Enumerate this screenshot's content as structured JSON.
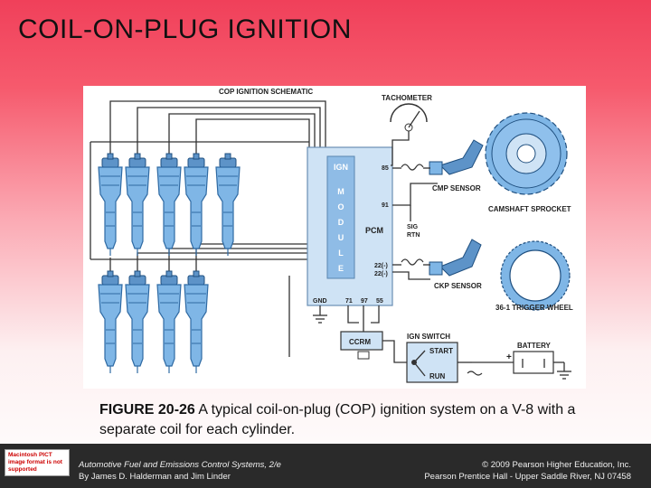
{
  "slide": {
    "title": "COIL-ON-PLUG IGNITION"
  },
  "schematic": {
    "heading": "COP IGNITION SCHEMATIC",
    "tachometer": "TACHOMETER",
    "module_letters": [
      "IGN",
      "M",
      "O",
      "D",
      "U",
      "L",
      "E"
    ],
    "pcm": "PCM",
    "cmp_sensor": "CMP SENSOR",
    "camshaft_sprocket": "CAMSHAFT SPROCKET",
    "sig_rtn_1": "SIG",
    "sig_rtn_2": "RTN",
    "ckp_sensor": "CKP SENSOR",
    "trigger_wheel": "36-1 TRIGGER WHEEL",
    "ign_switch": "IGN SWITCH",
    "start": "START",
    "run": "RUN",
    "battery": "BATTERY",
    "ccrm": "CCRM",
    "gnd": "GND",
    "pins": {
      "p85": "85",
      "p91": "91",
      "p22a": "22(-)",
      "p22b": "22(-)",
      "p71": "71",
      "p97": "97",
      "p55": "55"
    }
  },
  "caption": {
    "figure_number": "FIGURE 20-26",
    "text": " A typical coil-on-plug (COP) ignition system on a V-8 with a separate coil for each cylinder."
  },
  "footer": {
    "logo_text": "Macintosh PICT image format is not supported",
    "book_title": "Automotive Fuel and Emissions Control Systems, 2/e",
    "authors": "By James D. Halderman and Jim Linder",
    "copyright": "© 2009 Pearson Higher Education, Inc.",
    "publisher": "Pearson Prentice Hall - Upper Saddle River, NJ 07458"
  },
  "colors": {
    "coil": "#7fb6e6",
    "coil_dark": "#2f6aa3",
    "module": "#cfe3f5",
    "line": "#222222"
  }
}
